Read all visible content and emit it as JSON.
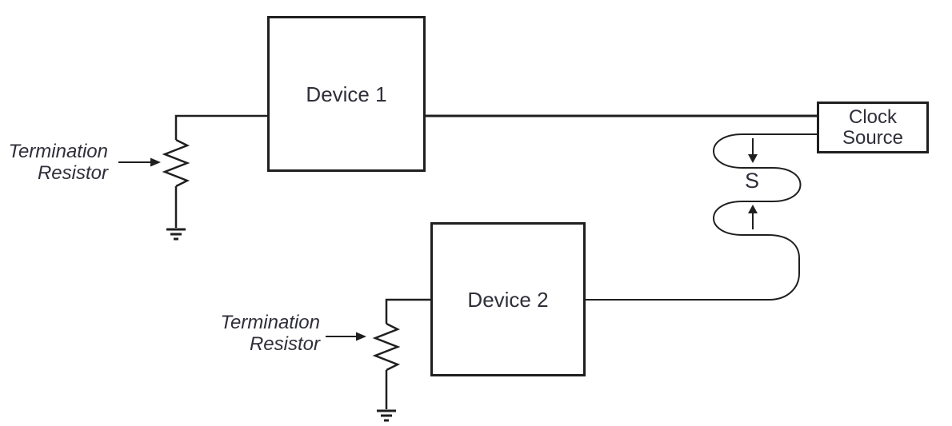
{
  "diagram": {
    "description": "Clock distribution diagram: a clock source drives two devices over a serpentine trace; each device net has a termination resistor to ground.",
    "colors": {
      "background": "#ffffff",
      "line": "#1f1f1f",
      "text": "#2f2f3a"
    },
    "nodes": {
      "device1": {
        "label": "Device 1"
      },
      "device2": {
        "label": "Device 2"
      },
      "clock_source": {
        "line1": "Clock",
        "line2": "Source"
      }
    },
    "annotations": {
      "termination1": {
        "line1": "Termination",
        "line2": "Resistor"
      },
      "termination2": {
        "line1": "Termination",
        "line2": "Resistor"
      },
      "spacing": "S"
    },
    "symbols": {
      "resistor1": "zigzag-resistor-symbol",
      "resistor2": "zigzag-resistor-symbol",
      "ground1": "earth-ground-symbol",
      "ground2": "earth-ground-symbol",
      "serpentine": "serpentine-clock-trace",
      "spacing_arrows": "opposing-vertical-arrows"
    }
  }
}
